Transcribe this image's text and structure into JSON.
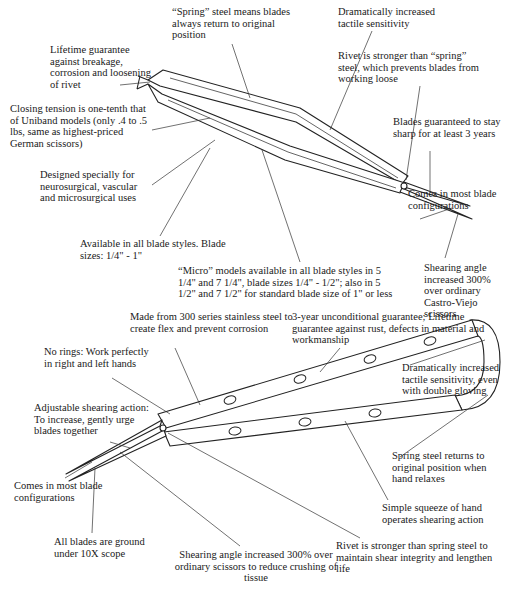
{
  "diagram": {
    "labels": [
      "“Spring” steel means blades always return to original position",
      "Dramatically increased tactile sensitivity",
      "Lifetime guarantee against breakage, corrosion and loosening of rivet",
      "Rivet is stronger than “spring” steel, which prevents blades from working loose",
      "Closing tension is one-tenth that of Uniband models (only .4 to .5 lbs, same as highest-priced German scissors)",
      "Blades guaranteed to stay sharp for at least 3 years",
      "Designed specially for neurosurgical, vascular and microsurgical uses",
      "Comes in most blade configurations",
      "Available in all blade styles. Blade sizes: 1/4\" - 1\"",
      "Shearing angle increased 300% over ordinary Castro-Viejo scissors",
      "“Micro” models available in all blade styles in 5 1/4\" and 7 1/4\", blade sizes 1/4\" - 1/2\"; also in 5 1/2\" and 7 1/2\" for standard blade size of 1\" or less",
      "Made from 300 series stainless steel to create flex and prevent corrosion",
      "3-year unconditional guarantee; Lifetime guarantee against rust, defects in material and workmanship",
      "No rings: Work perfectly in right and left hands",
      "Dramatically increased tactile sensitivity, even with double gloving",
      "Adjustable shearing action: To increase, gently urge blades together",
      "Spring steel returns to original position when hand relaxes",
      "Comes in most blade configurations",
      "Simple squeeze of hand operates shearing action",
      "All blades are ground under 10X scope",
      "Rivet is stronger than spring steel to maintain shear integrity and lengthen life",
      "Shearing angle increased 300% over ordinary scissors to reduce crushing of tissue"
    ]
  }
}
